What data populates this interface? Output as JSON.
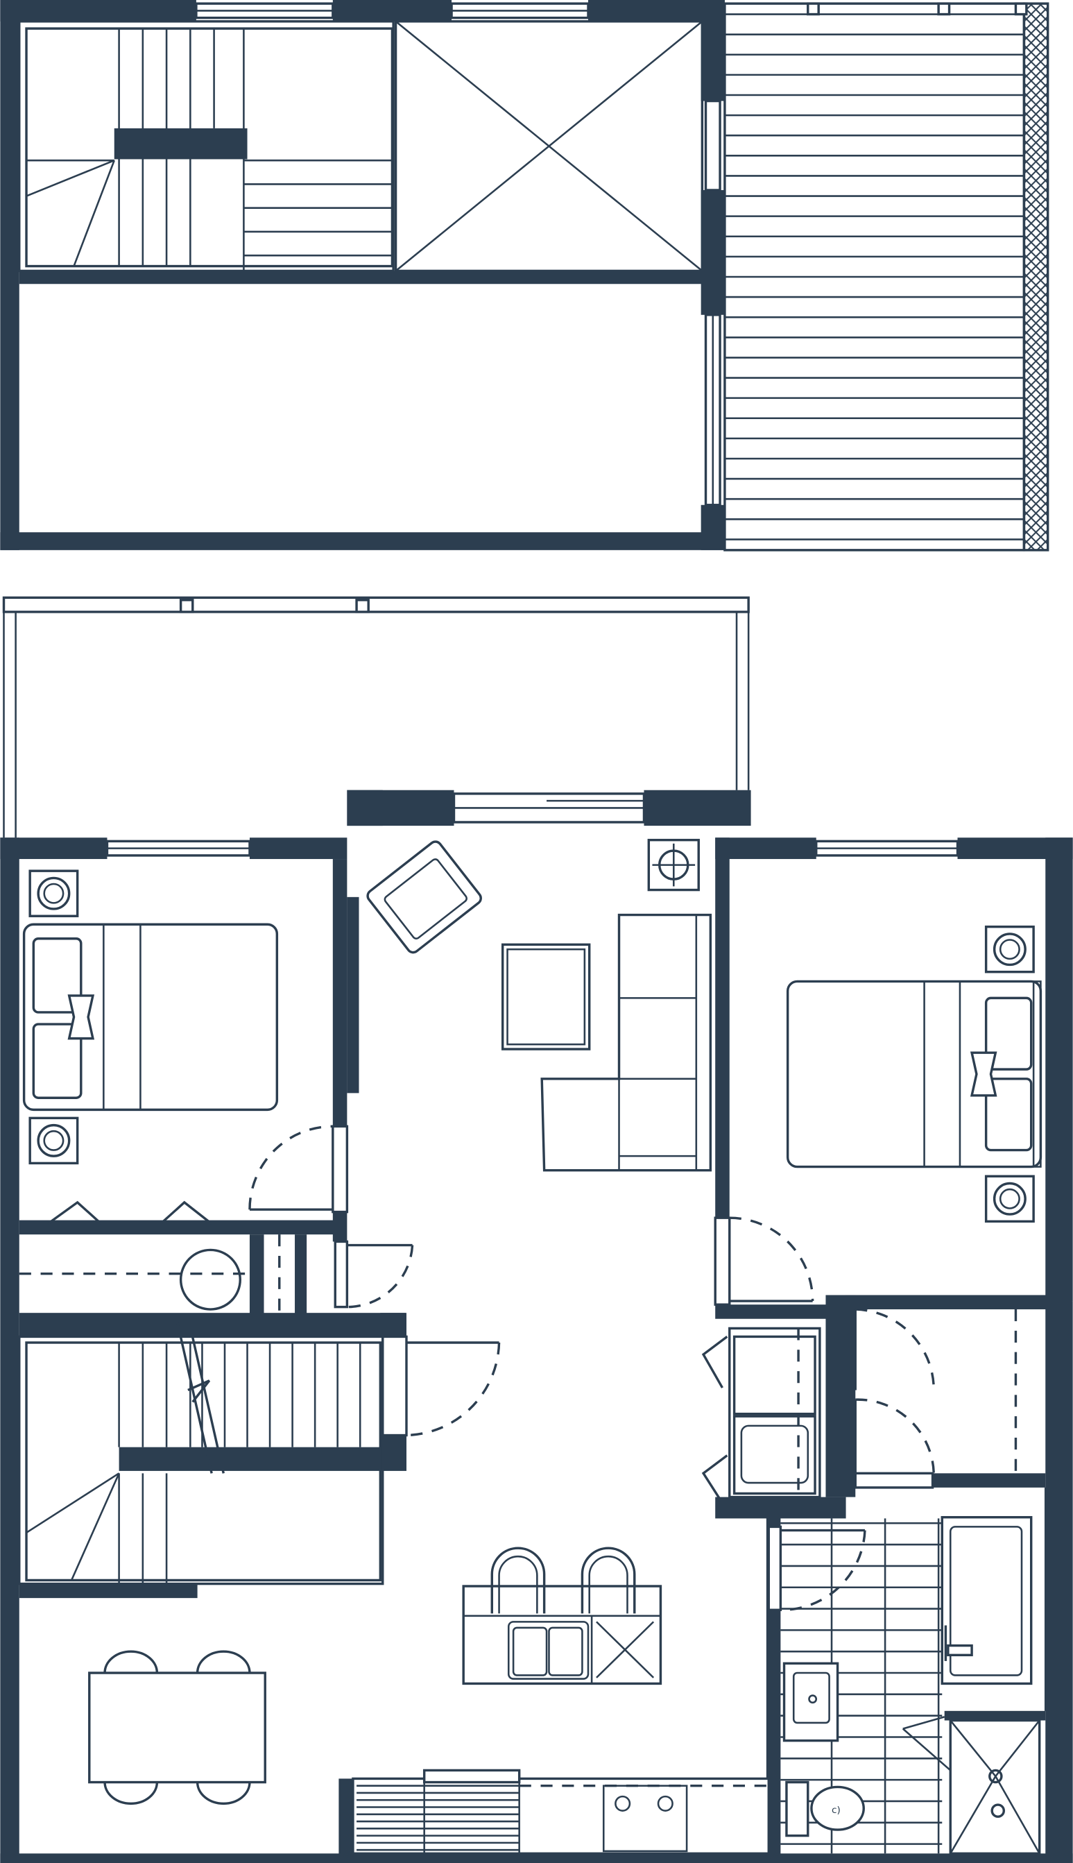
{
  "diagram": {
    "type": "floor-plan",
    "levels": [
      "upper-level",
      "main-level"
    ],
    "colors": {
      "wall": "#2c3e50",
      "background": "#ffffff"
    },
    "upper_level": {
      "rooms": [
        "stair",
        "open-to-below",
        "loft",
        "roof-deck"
      ]
    },
    "main_level": {
      "rooms": [
        "balcony",
        "bedroom-left",
        "living-room",
        "bedroom-right",
        "closet",
        "laundry",
        "stair",
        "bathroom",
        "kitchen",
        "dining"
      ],
      "furniture": [
        "bed",
        "bed",
        "sofa",
        "armchair",
        "coffee-table",
        "dining-table",
        "kitchen-island",
        "bathtub",
        "shower",
        "toilet",
        "vanity",
        "washer",
        "dryer"
      ]
    }
  }
}
